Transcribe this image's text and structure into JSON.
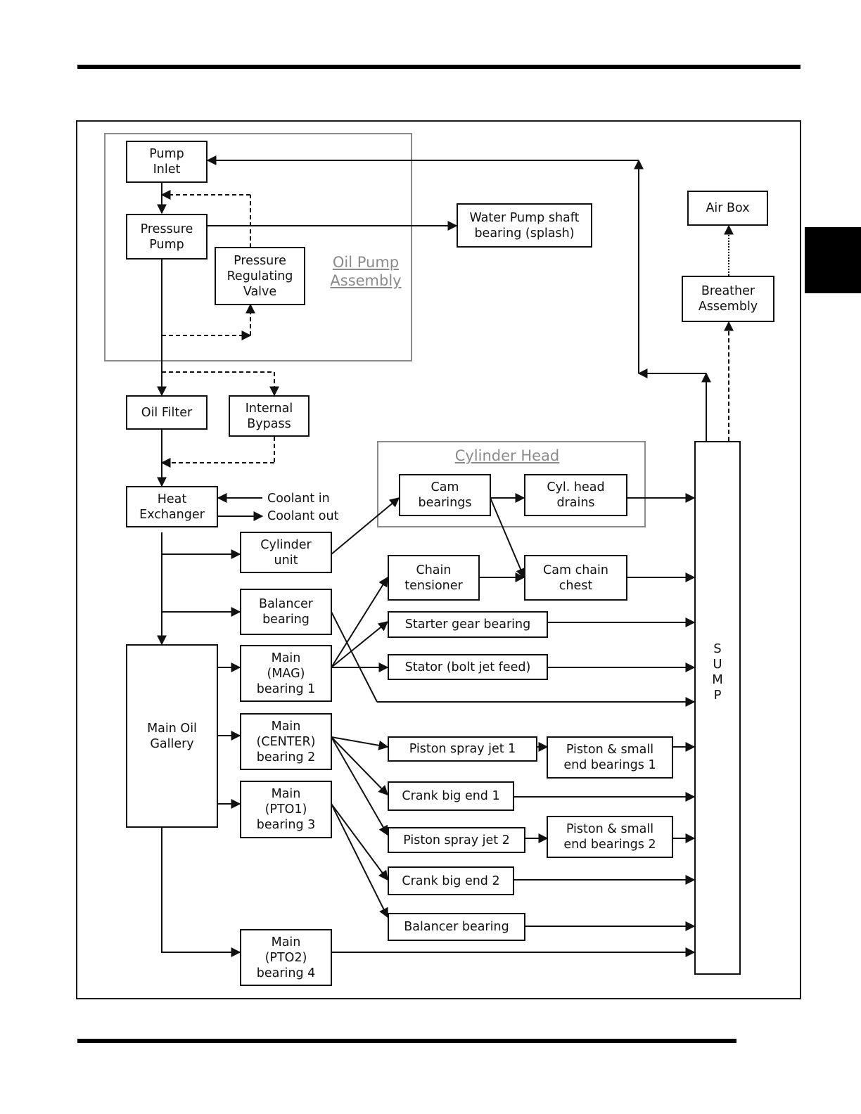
{
  "diagram": {
    "groups": {
      "oil_pump_assembly": "Oil Pump\nAssembly",
      "cylinder_head": "Cylinder Head"
    },
    "boxes": {
      "pump_inlet": "Pump\nInlet",
      "pressure_pump": "Pressure\nPump",
      "pressure_regulating_valve": "Pressure\nRegulating\nValve",
      "water_pump_shaft": "Water Pump shaft\nbearing (splash)",
      "air_box": "Air Box",
      "breather_assembly": "Breather\nAssembly",
      "oil_filter": "Oil Filter",
      "internal_bypass": "Internal\nBypass",
      "heat_exchanger": "Heat\nExchanger",
      "cam_bearings": "Cam\nbearings",
      "cyl_head_drains": "Cyl. head\ndrains",
      "cylinder_unit": "Cylinder\nunit",
      "chain_tensioner": "Chain\ntensioner",
      "cam_chain_chest": "Cam chain\nchest",
      "balancer_bearing_upper": "Balancer\nbearing",
      "starter_gear_bearing": "Starter gear bearing",
      "main_oil_gallery": "Main Oil\nGallery",
      "main_mag_bearing_1": "Main\n(MAG)\nbearing 1",
      "stator_bolt_jet_feed": "Stator (bolt jet feed)",
      "main_center_bearing_2": "Main\n(CENTER)\nbearing 2",
      "piston_spray_jet_1": "Piston spray jet 1",
      "piston_small_end_1": "Piston & small\nend bearings 1",
      "crank_big_end_1": "Crank big end 1",
      "main_pto1_bearing_3": "Main\n(PTO1)\nbearing 3",
      "piston_spray_jet_2": "Piston spray jet 2",
      "piston_small_end_2": "Piston & small\nend bearings 2",
      "crank_big_end_2": "Crank big end 2",
      "balancer_bearing_lower": "Balancer bearing",
      "main_pto2_bearing_4": "Main\n(PTO2)\nbearing 4",
      "sump": "S\nU\nM\nP"
    },
    "labels": {
      "coolant_in": "Coolant in",
      "coolant_out": "Coolant out"
    }
  }
}
